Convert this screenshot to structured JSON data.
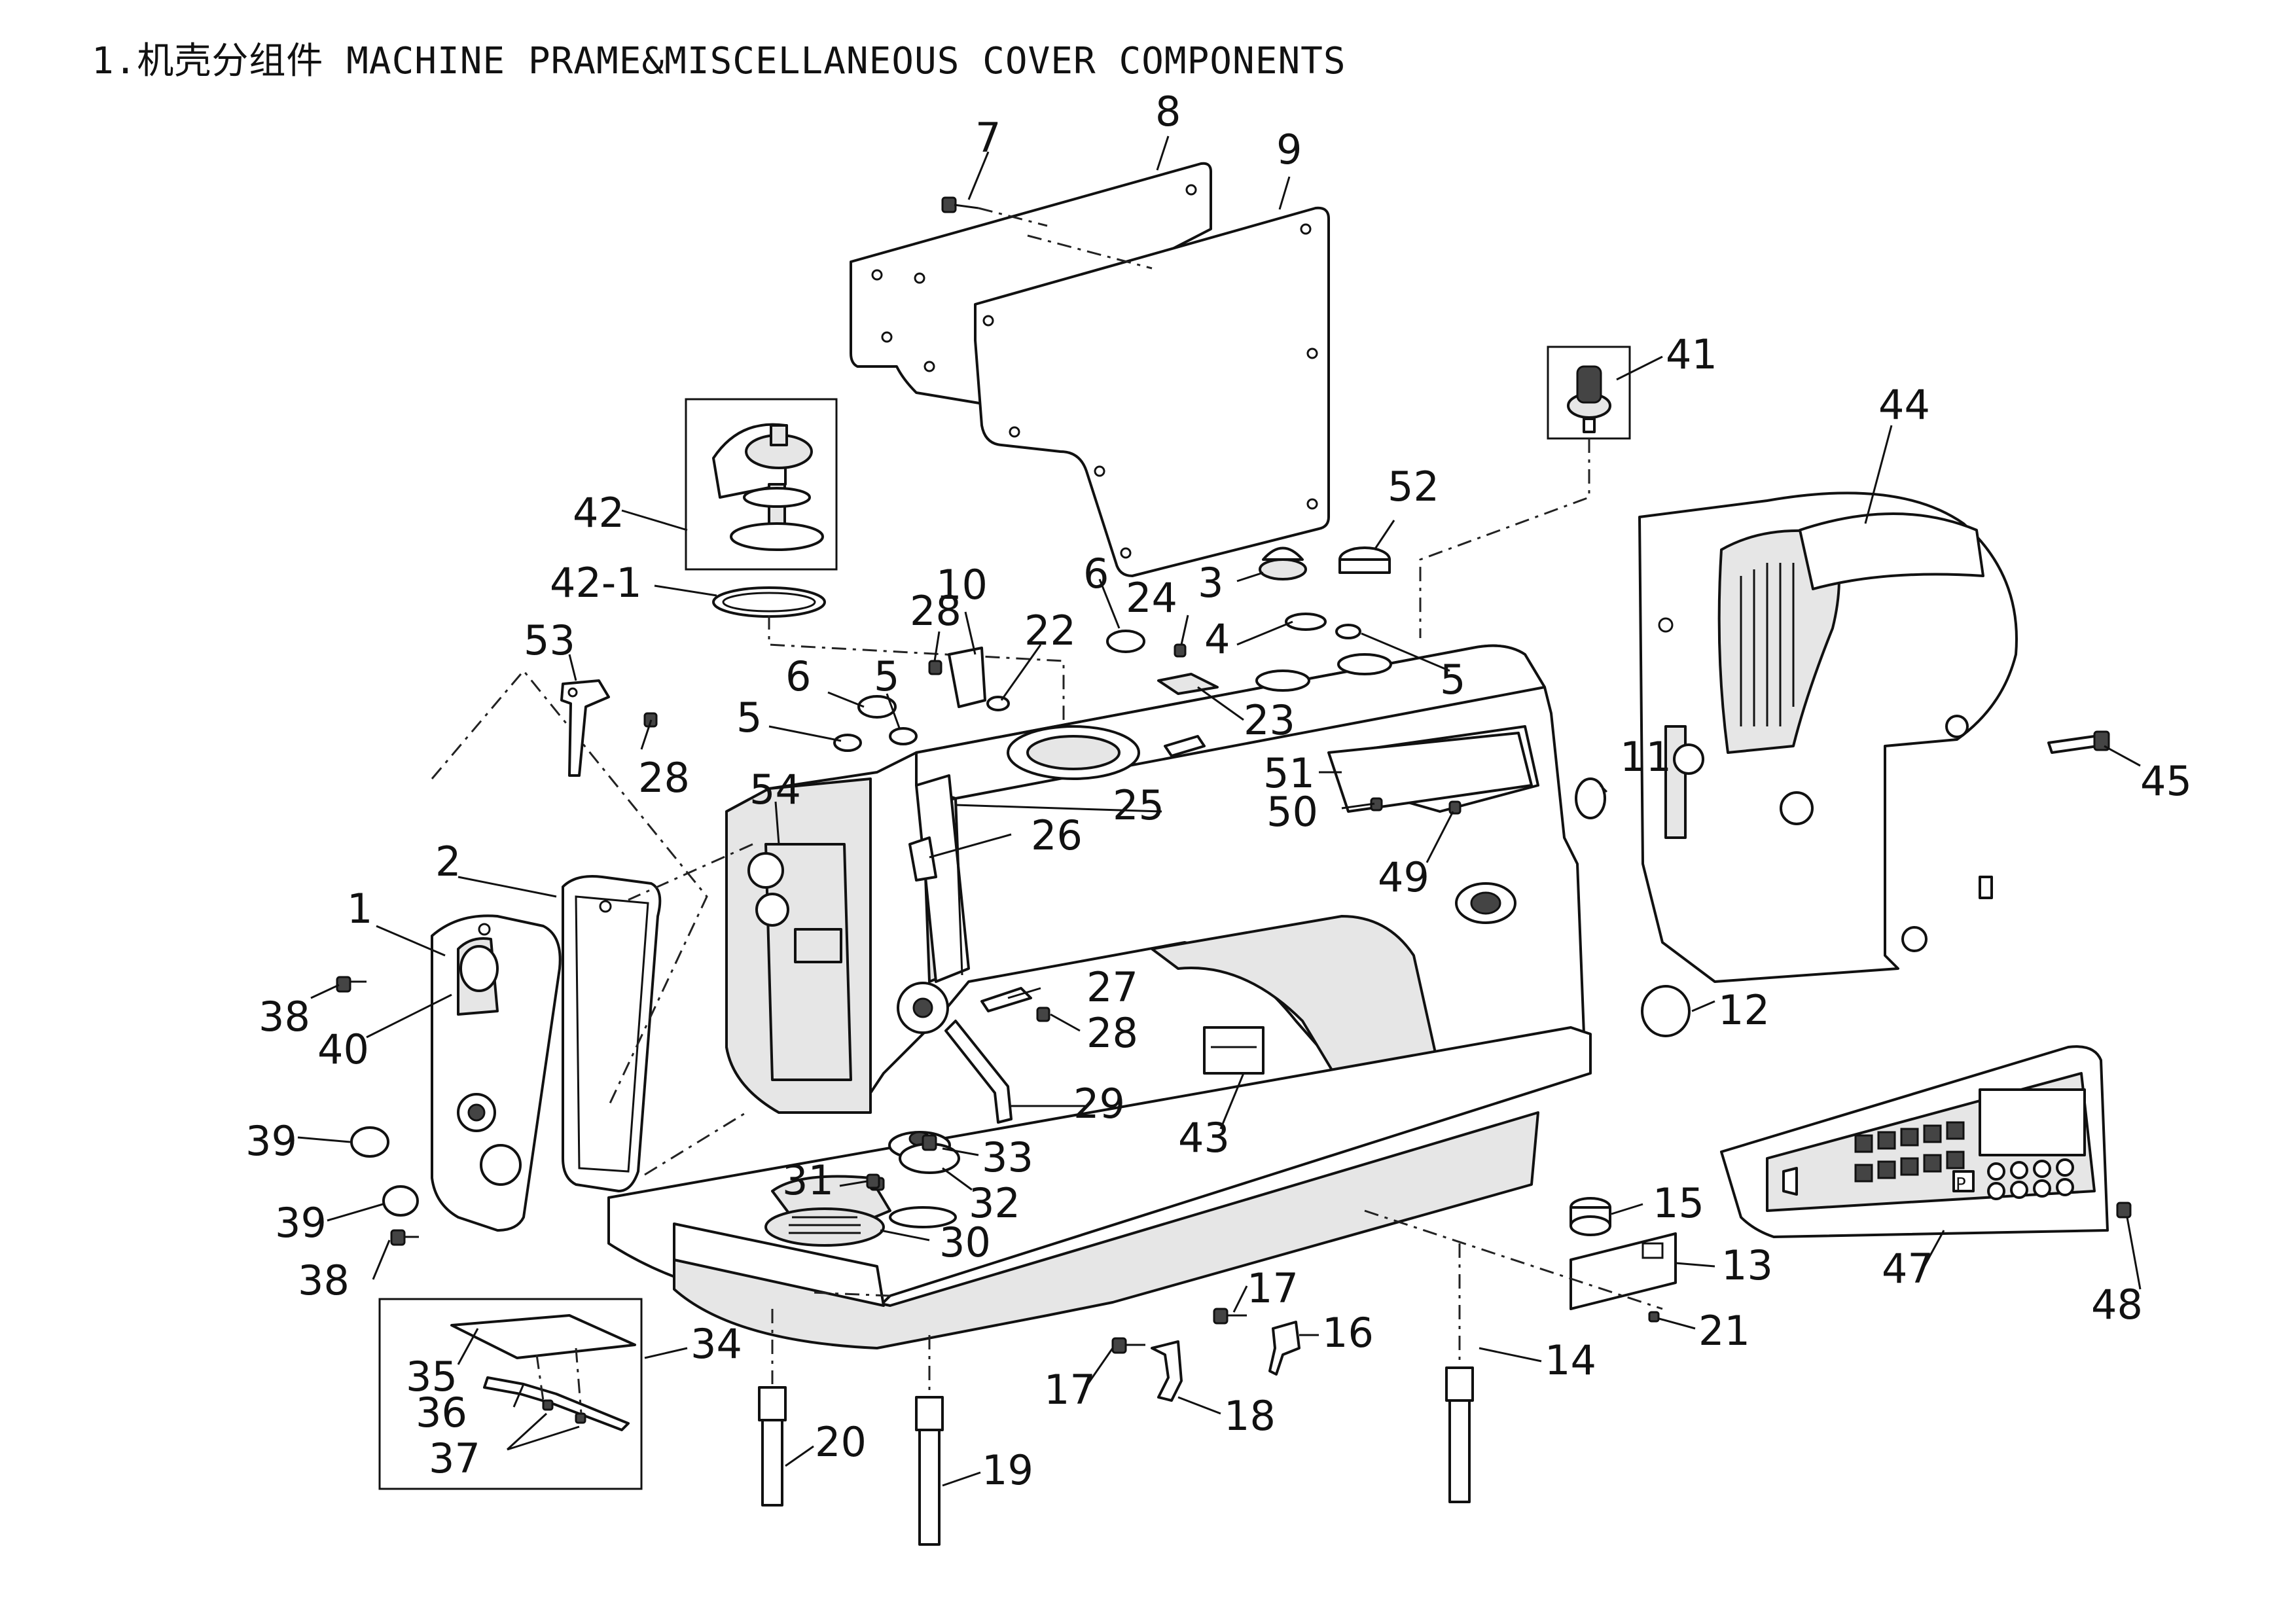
{
  "title": "1.机壳分组件 MACHINE PRAME&MISCELLANEOUS COVER COMPONENTS",
  "callouts": [
    {
      "id": "7",
      "label": "7"
    },
    {
      "id": "8",
      "label": "8"
    },
    {
      "id": "9",
      "label": "9"
    },
    {
      "id": "41",
      "label": "41"
    },
    {
      "id": "44",
      "label": "44"
    },
    {
      "id": "42",
      "label": "42"
    },
    {
      "id": "42-1",
      "label": "42-1"
    },
    {
      "id": "52",
      "label": "52"
    },
    {
      "id": "3",
      "label": "3"
    },
    {
      "id": "6a",
      "label": "6"
    },
    {
      "id": "24",
      "label": "24"
    },
    {
      "id": "4",
      "label": "4"
    },
    {
      "id": "28a",
      "label": "28"
    },
    {
      "id": "10",
      "label": "10"
    },
    {
      "id": "22",
      "label": "22"
    },
    {
      "id": "53",
      "label": "53"
    },
    {
      "id": "6b",
      "label": "6"
    },
    {
      "id": "5a",
      "label": "5"
    },
    {
      "id": "5b",
      "label": "5"
    },
    {
      "id": "5c",
      "label": "5"
    },
    {
      "id": "23",
      "label": "23"
    },
    {
      "id": "28b",
      "label": "28"
    },
    {
      "id": "54",
      "label": "54"
    },
    {
      "id": "51",
      "label": "51"
    },
    {
      "id": "11",
      "label": "11"
    },
    {
      "id": "45",
      "label": "45"
    },
    {
      "id": "25",
      "label": "25"
    },
    {
      "id": "26",
      "label": "26"
    },
    {
      "id": "50",
      "label": "50"
    },
    {
      "id": "2",
      "label": "2"
    },
    {
      "id": "49",
      "label": "49"
    },
    {
      "id": "1",
      "label": "1"
    },
    {
      "id": "27",
      "label": "27"
    },
    {
      "id": "12",
      "label": "12"
    },
    {
      "id": "38a",
      "label": "38"
    },
    {
      "id": "28c",
      "label": "28"
    },
    {
      "id": "40",
      "label": "40"
    },
    {
      "id": "29",
      "label": "29"
    },
    {
      "id": "43",
      "label": "43"
    },
    {
      "id": "39a",
      "label": "39"
    },
    {
      "id": "33",
      "label": "33"
    },
    {
      "id": "31",
      "label": "31"
    },
    {
      "id": "32",
      "label": "32"
    },
    {
      "id": "15",
      "label": "15"
    },
    {
      "id": "39b",
      "label": "39"
    },
    {
      "id": "30",
      "label": "30"
    },
    {
      "id": "13",
      "label": "13"
    },
    {
      "id": "47",
      "label": "47"
    },
    {
      "id": "48",
      "label": "48"
    },
    {
      "id": "38b",
      "label": "38"
    },
    {
      "id": "17a",
      "label": "17"
    },
    {
      "id": "21",
      "label": "21"
    },
    {
      "id": "34",
      "label": "34"
    },
    {
      "id": "16",
      "label": "16"
    },
    {
      "id": "35",
      "label": "35"
    },
    {
      "id": "17b",
      "label": "17"
    },
    {
      "id": "14",
      "label": "14"
    },
    {
      "id": "36",
      "label": "36"
    },
    {
      "id": "18",
      "label": "18"
    },
    {
      "id": "20",
      "label": "20"
    },
    {
      "id": "37",
      "label": "37"
    },
    {
      "id": "19",
      "label": "19"
    }
  ],
  "control_panel_keys": [
    "P"
  ]
}
